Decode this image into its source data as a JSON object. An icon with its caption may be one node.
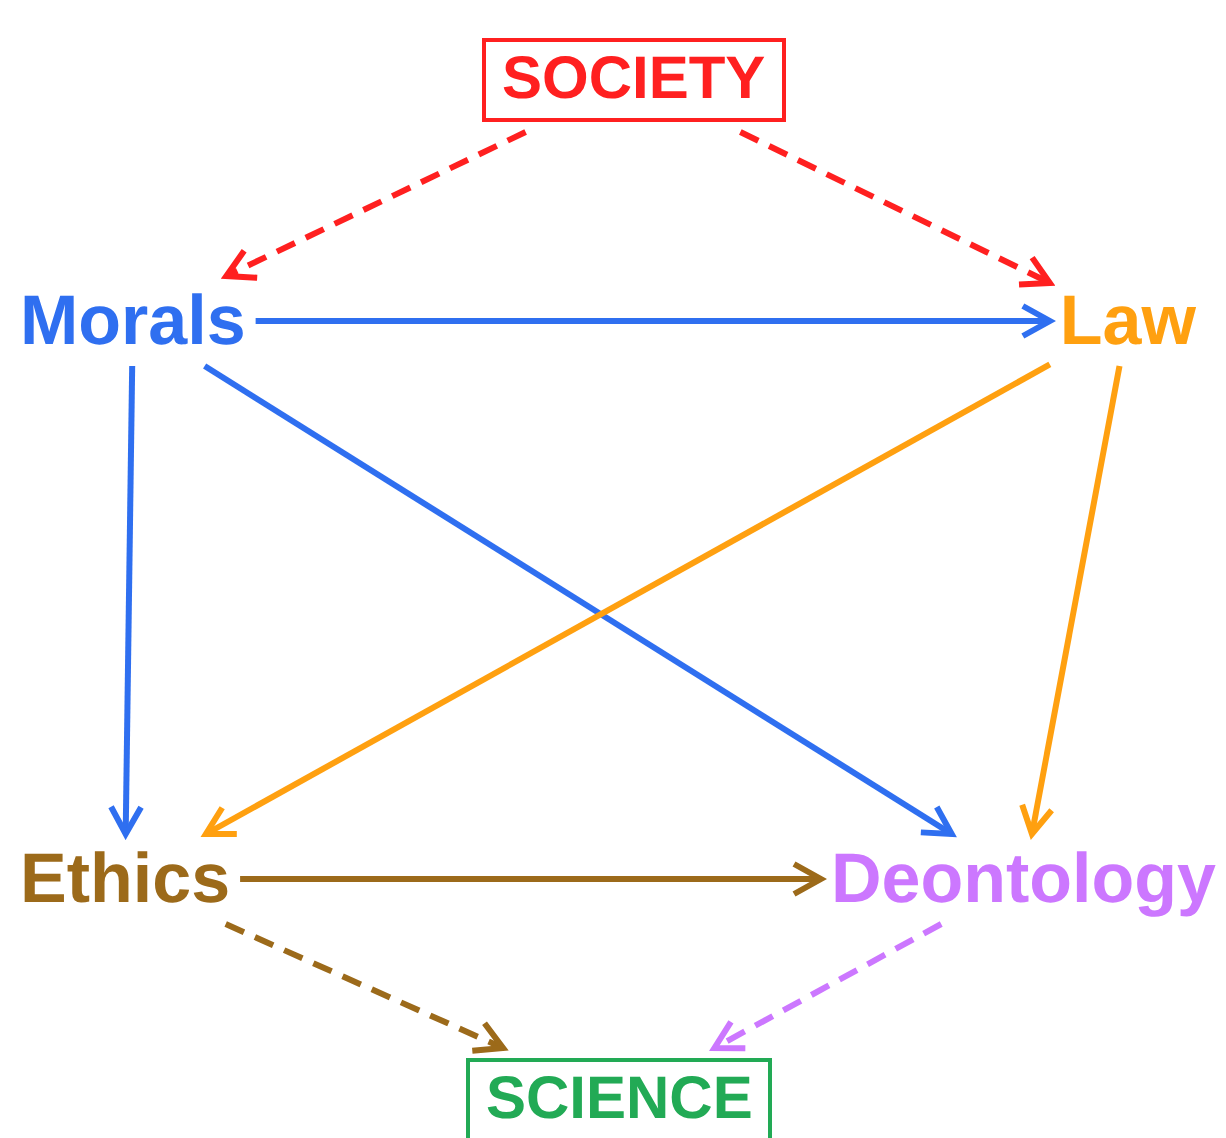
{
  "diagram": {
    "nodes": [
      {
        "text": [
          "SOCIETY"
        ]
      },
      {
        "text": [
          "Morals"
        ]
      },
      {
        "text": [
          "Law"
        ]
      },
      {
        "text": [
          "Ethics"
        ]
      },
      {
        "text": [
          "Deontology"
        ]
      },
      {
        "text": [
          "SCIENCE"
        ]
      }
    ],
    "edges": [
      {
        "from": 0,
        "to": 1,
        "arrow": "to",
        "style": "dashed",
        "color": "#ff2020"
      },
      {
        "from": 0,
        "to": 2,
        "arrow": "to",
        "style": "dashed",
        "color": "#ff2020"
      },
      {
        "from": 1,
        "to": 2,
        "arrow": "to",
        "color": "#2f6ff0"
      },
      {
        "from": 1,
        "to": 3,
        "arrow": "to",
        "color": "#2f6ff0"
      },
      {
        "from": 1,
        "to": 4,
        "arrow": "to",
        "color": "#2f6ff0"
      },
      {
        "from": 2,
        "to": 3,
        "arrow": "to",
        "color": "#ffa010"
      },
      {
        "from": 2,
        "to": 4,
        "arrow": "to",
        "color": "#ffa010"
      },
      {
        "from": 3,
        "to": 4,
        "arrow": "to",
        "color": "#9c6a1a"
      },
      {
        "from": 3,
        "to": 5,
        "arrow": "to",
        "style": "dashed",
        "color": "#9c6a1a"
      },
      {
        "from": 4,
        "to": 5,
        "arrow": "to",
        "style": "dashed",
        "color": "#cc77ff"
      }
    ]
  }
}
